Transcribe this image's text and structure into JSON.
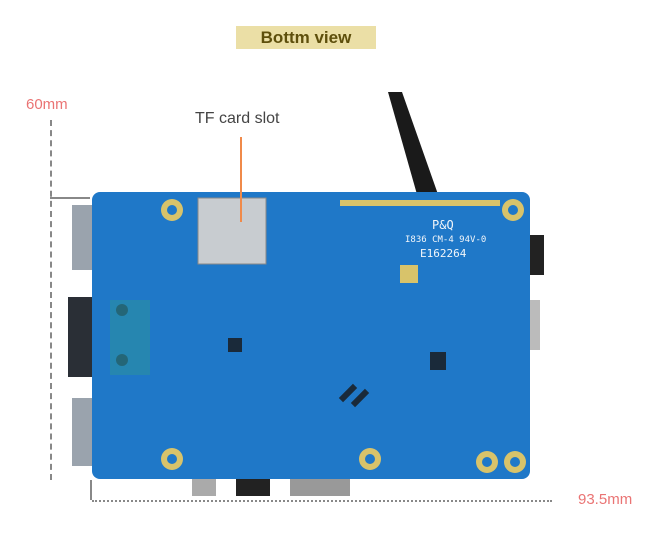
{
  "title": "Bottm view",
  "dimensions": {
    "height": "60mm",
    "width": "93.5mm"
  },
  "callouts": {
    "tf_card": "TF card slot"
  },
  "board_silkscreen": [
    "P&Q",
    "I836 CM-4 94V-0",
    "E162264"
  ],
  "colors": {
    "board": "#1f78c8",
    "title_bg": "#ebdfa6",
    "dimension": "#ea7474",
    "leader": "#f08a4a"
  }
}
